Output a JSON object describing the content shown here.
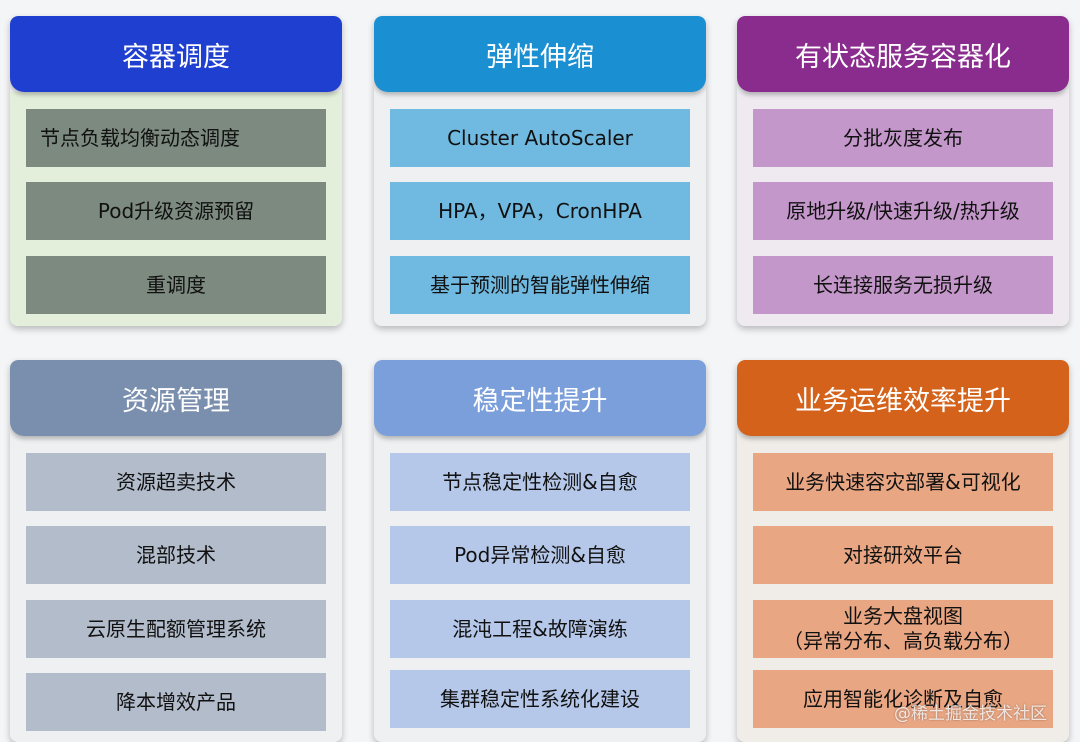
{
  "colors": {
    "scheduling_header": "#1f3fd0",
    "scheduling_body": "#e4efdb",
    "scheduling_item": "#7c8a80",
    "elastic_header": "#1a8fd2",
    "elastic_body": "#eef0f2",
    "elastic_item": "#70b9e0",
    "stateful_header": "#8a2c8e",
    "stateful_body": "#eeeaf0",
    "stateful_item": "#c397c9",
    "resource_header": "#7a8fae",
    "resource_body": "#eef0f2",
    "resource_item": "#b2bccb",
    "stability_header": "#7b9fdb",
    "stability_body": "#eef0f2",
    "stability_item": "#b6c8ea",
    "ops_header": "#d4621b",
    "ops_body": "#f0ece8",
    "ops_item": "#e9a683"
  },
  "cards": {
    "scheduling": {
      "title": "容器调度",
      "items": [
        "节点负载均衡动态调度",
        "Pod升级资源预留",
        "重调度"
      ]
    },
    "elastic": {
      "title": "弹性伸缩",
      "items": [
        "Cluster AutoScaler",
        "HPA，VPA，CronHPA",
        "基于预测的智能弹性伸缩"
      ]
    },
    "stateful": {
      "title": "有状态服务容器化",
      "items": [
        "分批灰度发布",
        "原地升级/快速升级/热升级",
        "长连接服务无损升级"
      ]
    },
    "resource": {
      "title": "资源管理",
      "items": [
        "资源超卖技术",
        "混部技术",
        "云原生配额管理系统",
        "降本增效产品"
      ]
    },
    "stability": {
      "title": "稳定性提升",
      "items": [
        "节点稳定性检测&自愈",
        "Pod异常检测&自愈",
        "混沌工程&故障演练",
        "集群稳定性系统化建设"
      ]
    },
    "ops": {
      "title": "业务运维效率提升",
      "items": [
        "业务快速容灾部署&可视化",
        "对接研效平台",
        "业务大盘视图",
        "（异常分布、高负载分布）",
        "应用智能化诊断及自愈"
      ]
    }
  },
  "watermark": "@稀土掘金技术社区"
}
